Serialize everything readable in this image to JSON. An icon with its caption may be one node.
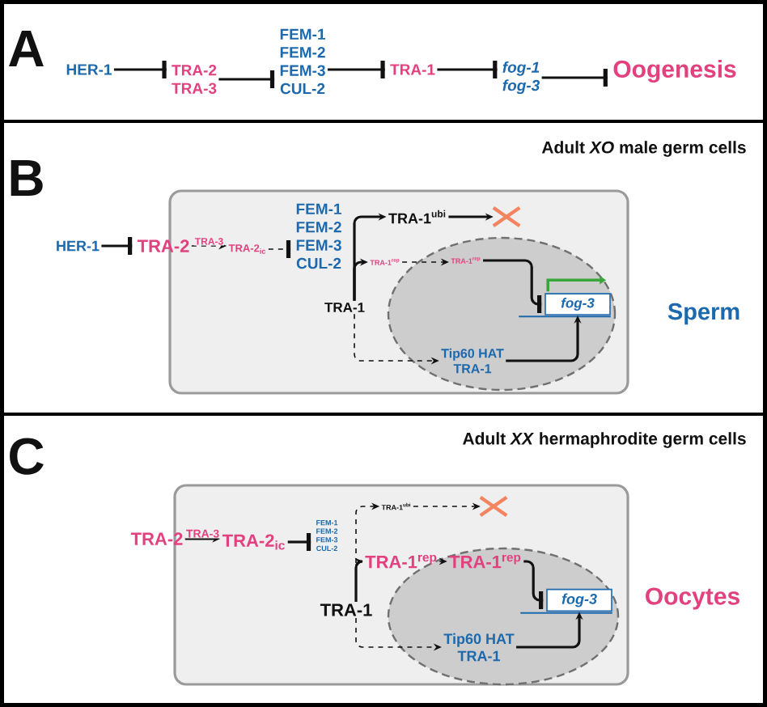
{
  "diagram": {
    "nodes": [
      {
        "text": [
          "HER-1"
        ]
      },
      {
        "text": [
          "TRA-2",
          "TRA-3"
        ]
      },
      {
        "text": [
          "FEM-1",
          "FEM-2",
          "FEM-3",
          "CUL-2"
        ]
      },
      {
        "text": [
          "TRA-1"
        ]
      },
      {
        "text": [
          "fog-1",
          "fog-3"
        ]
      },
      {
        "text": [
          "Oogenesis"
        ]
      },
      {
        "text": [],
        "shape": "box"
      },
      {
        "text": [],
        "shape": "ellipse",
        "in": 6
      },
      {
        "text": [
          "HER-1"
        ]
      },
      {
        "text": [
          "TRA-2"
        ]
      },
      {
        "text": [
          "TRA-2$_{ic}$"
        ],
        "in": 6
      },
      {
        "text": [
          "FEM-1",
          "FEM-2",
          "FEM-3",
          "CUL-2"
        ],
        "in": 6
      },
      {
        "text": [
          "TRA-1$^{ubi}$"
        ],
        "in": 6
      },
      {
        "text": [],
        "shape": "cross",
        "in": 6
      },
      {
        "text": [
          "TRA-1$^{rep}$"
        ],
        "in": 6
      },
      {
        "text": [
          "TRA-1$^{rep}$"
        ],
        "in": 7
      },
      {
        "text": [
          "TRA-1"
        ],
        "in": 6
      },
      {
        "text": [
          "fog-3"
        ],
        "in": 7
      },
      {
        "text": [
          "Tip60 HAT",
          "TRA-1"
        ],
        "in": 7
      },
      {
        "text": [],
        "shape": "box"
      },
      {
        "text": [],
        "shape": "ellipse",
        "in": 19
      },
      {
        "text": [
          "TRA-2"
        ]
      },
      {
        "text": [
          "TRA-2$_{ic}$"
        ],
        "in": 19
      },
      {
        "text": [
          "FEM-1",
          "FEM-2",
          "FEM-3",
          "CUL-2"
        ],
        "in": 19
      },
      {
        "text": [
          "TRA-1$^{ubi}$"
        ],
        "in": 19
      },
      {
        "text": [],
        "shape": "cross",
        "in": 19
      },
      {
        "text": [
          "TRA-1$^{rep}$"
        ],
        "in": 19
      },
      {
        "text": [
          "TRA-1$^{rep}$"
        ],
        "in": 20
      },
      {
        "text": [
          "TRA-1"
        ],
        "in": 19
      },
      {
        "text": [
          "fog-3"
        ],
        "in": 20
      },
      {
        "text": [
          "Tip60 HAT",
          "TRA-1"
        ],
        "in": 20
      }
    ],
    "edges": [
      {
        "from": 0,
        "to": 1,
        "arrow": "other"
      },
      {
        "from": 1,
        "to": 2,
        "arrow": "other"
      },
      {
        "from": 2,
        "to": 3,
        "arrow": "other"
      },
      {
        "from": 3,
        "to": 4,
        "arrow": "other"
      },
      {
        "from": 4,
        "to": 5,
        "arrow": "other"
      },
      {
        "from": 8,
        "to": 9,
        "arrow": "other"
      },
      {
        "from": 9,
        "to": 10,
        "arrow": "to",
        "style": "dashed",
        "label": "TRA-3"
      },
      {
        "from": 10,
        "to": 11,
        "arrow": "other",
        "style": "dashed"
      },
      {
        "from": 16,
        "to": 12,
        "arrow": "to"
      },
      {
        "from": 12,
        "to": 13,
        "arrow": "to"
      },
      {
        "from": 16,
        "to": 14,
        "arrow": "to"
      },
      {
        "from": 14,
        "to": 15,
        "arrow": "to",
        "style": "dashed"
      },
      {
        "from": 15,
        "to": 17,
        "arrow": "other"
      },
      {
        "from": 16,
        "to": 18,
        "arrow": "to",
        "style": "dashed"
      },
      {
        "from": 18,
        "to": 17,
        "arrow": "to"
      },
      {
        "from": 21,
        "to": 22,
        "arrow": "to",
        "label": "TRA-3"
      },
      {
        "from": 22,
        "to": 23,
        "arrow": "other"
      },
      {
        "from": 28,
        "to": 24,
        "arrow": "to",
        "style": "dashed"
      },
      {
        "from": 24,
        "to": 25,
        "arrow": "to",
        "style": "dashed"
      },
      {
        "from": 28,
        "to": 26,
        "arrow": "to"
      },
      {
        "from": 26,
        "to": 27,
        "arrow": "to",
        "style": "dashed"
      },
      {
        "from": 27,
        "to": 29,
        "arrow": "other"
      },
      {
        "from": 28,
        "to": 30,
        "arrow": "to",
        "style": "dashed"
      },
      {
        "from": 30,
        "to": 29,
        "arrow": "to"
      }
    ],
    "labels": [
      "A",
      "B",
      "Adult *XO* male germ cells",
      "Sperm",
      "C",
      "Adult *XX* hermaphrodite germ cells",
      "Oocytes"
    ]
  }
}
